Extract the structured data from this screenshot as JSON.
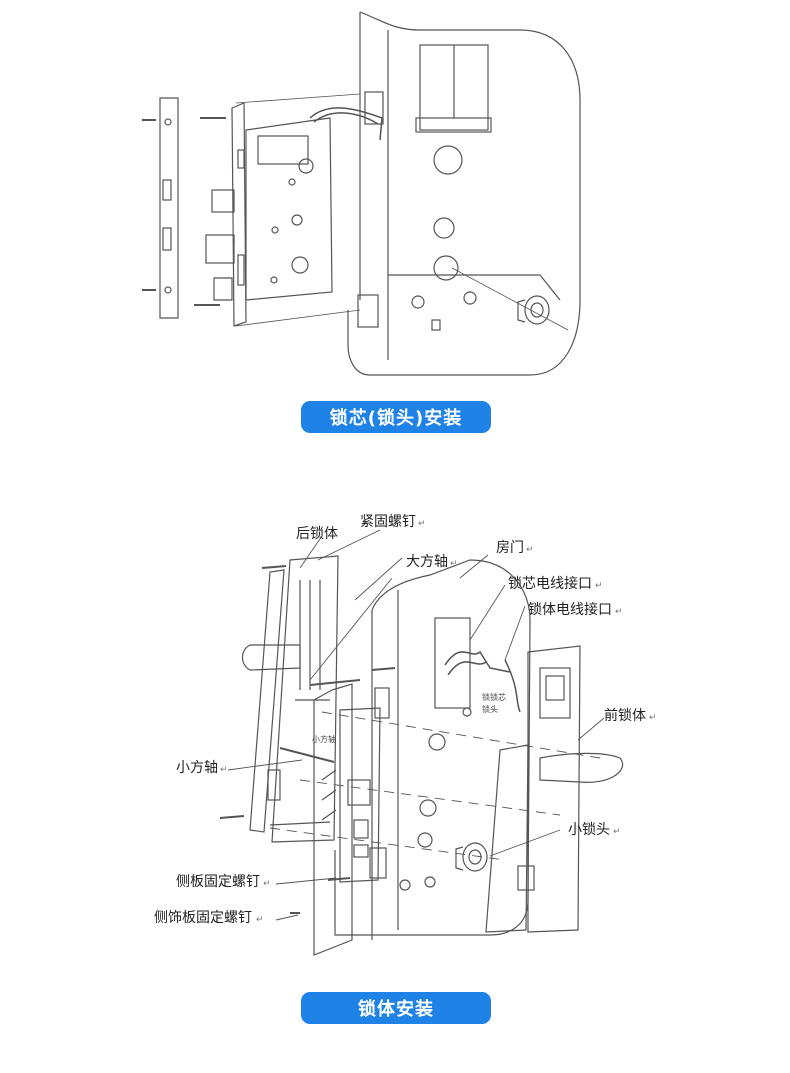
{
  "section1": {
    "caption": "锁芯(锁头)安装"
  },
  "section2": {
    "caption": "锁体安装",
    "labels": {
      "rear_body": "后锁体",
      "fastening_screw": "紧固螺钉",
      "large_spindle": "大方轴",
      "door": "房门",
      "cylinder_cable_port": "锁芯电线接口",
      "body_cable_port": "锁体电线接口",
      "front_body": "前锁体",
      "small_spindle": "小方轴",
      "small_cylinder": "小锁头",
      "side_plate_screw": "侧板固定螺钉",
      "side_trim_screw": "侧饰板固定螺钉"
    },
    "tiny_labels": {
      "small_spindle_tag": "小方轴",
      "cylinder_tag_1": "锁锁芯",
      "cylinder_tag_2": "锁头"
    },
    "return_mark": "↵"
  },
  "colors": {
    "pill": "#1f82e6",
    "line": "#555555"
  }
}
